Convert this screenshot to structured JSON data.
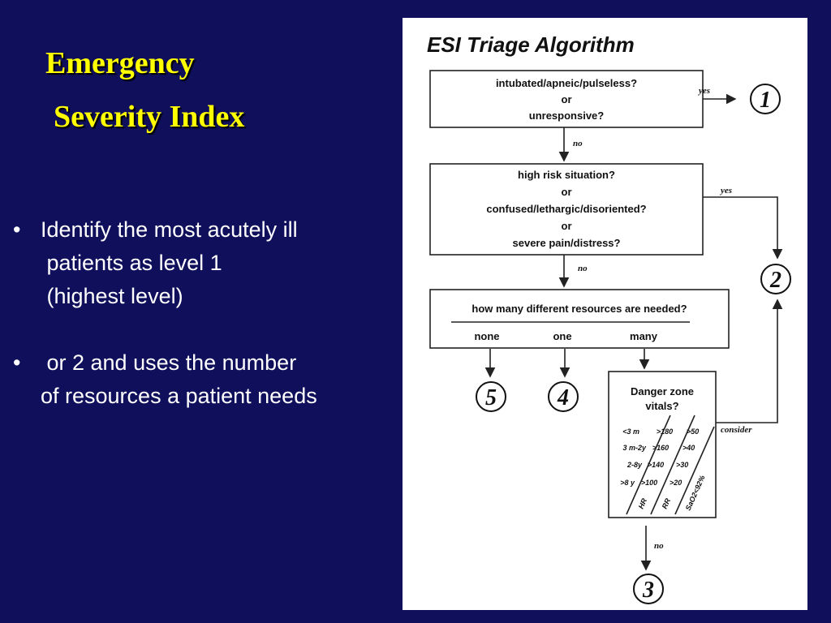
{
  "slide": {
    "title_line1": "Emergency",
    "title_line2": "Severity Index",
    "bullets": [
      {
        "marker": "•",
        "text": "Identify the most acutely ill\n patients as level 1\n (highest level)"
      },
      {
        "marker": "•",
        "text": " or 2 and uses the number\nof resources a patient needs"
      }
    ]
  },
  "diagram": {
    "heading": "ESI Triage Algorithm",
    "q1": {
      "lines": [
        "intubated/apneic/pulseless?",
        "or",
        "unresponsive?"
      ]
    },
    "q2": {
      "lines": [
        "high risk situation?",
        "or",
        "confused/lethargic/disoriented?",
        "or",
        "severe pain/distress?"
      ]
    },
    "q3": {
      "question": "how many different resources are needed?",
      "options": [
        "none",
        "one",
        "many"
      ]
    },
    "danger": {
      "title_lines": [
        "Danger zone",
        "vitals?"
      ],
      "rows": [
        {
          "age": "<3 m",
          "hr": ">180",
          "rr": ">50"
        },
        {
          "age": "3 m-2y",
          "hr": ">160",
          "rr": ">40"
        },
        {
          "age": "2-8y",
          "hr": ">140",
          "rr": ">30"
        },
        {
          "age": ">8 y",
          "hr": ">100",
          "rr": ">20"
        }
      ],
      "col_labels": [
        "HR",
        "RR",
        "SaO2<92%"
      ]
    },
    "edge_labels": {
      "yes": "yes",
      "no": "no",
      "consider": "consider"
    },
    "levels": [
      "1",
      "2",
      "3",
      "4",
      "5"
    ]
  }
}
